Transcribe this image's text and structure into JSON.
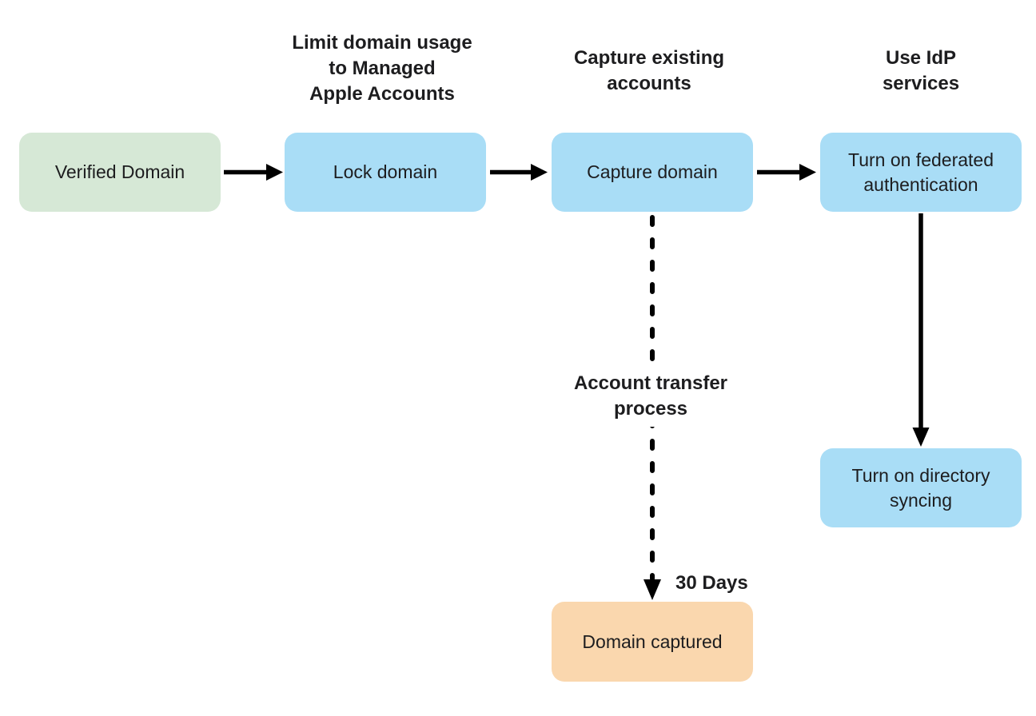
{
  "diagram": {
    "background_color": "#ffffff",
    "text_color": "#1d1d1f",
    "arrow_color": "#000000",
    "nodes": [
      {
        "id": "verified-domain",
        "label": "Verified Domain",
        "fill": "#d6e8d6"
      },
      {
        "id": "lock-domain",
        "label": "Lock domain",
        "fill": "#a9ddf6"
      },
      {
        "id": "capture-domain",
        "label": "Capture domain",
        "fill": "#a9ddf6"
      },
      {
        "id": "turn-on-federated-authentication",
        "label": "Turn on federated\nauthentication",
        "fill": "#a9ddf6"
      },
      {
        "id": "turn-on-directory-syncing",
        "label": "Turn on directory\nsyncing",
        "fill": "#a9ddf6"
      },
      {
        "id": "domain-captured",
        "label": "Domain captured",
        "fill": "#fad7ae"
      }
    ],
    "captions": [
      {
        "id": "limit-domain-usage",
        "text": "Limit domain usage\nto Managed\nApple Accounts"
      },
      {
        "id": "capture-existing-accounts",
        "text": "Capture existing\naccounts"
      },
      {
        "id": "use-idp-services",
        "text": "Use IdP\nservices"
      },
      {
        "id": "account-transfer-process",
        "text": "Account transfer\nprocess"
      },
      {
        "id": "thirty-days",
        "text": "30 Days"
      }
    ],
    "edges": [
      {
        "from": "verified-domain",
        "to": "lock-domain",
        "style": "solid"
      },
      {
        "from": "lock-domain",
        "to": "capture-domain",
        "style": "solid"
      },
      {
        "from": "capture-domain",
        "to": "turn-on-federated-authentication",
        "style": "solid"
      },
      {
        "from": "turn-on-federated-authentication",
        "to": "turn-on-directory-syncing",
        "style": "solid"
      },
      {
        "from": "capture-domain",
        "to": "domain-captured",
        "style": "dashed",
        "labels": [
          "Account transfer process",
          "30 Days"
        ]
      }
    ]
  }
}
